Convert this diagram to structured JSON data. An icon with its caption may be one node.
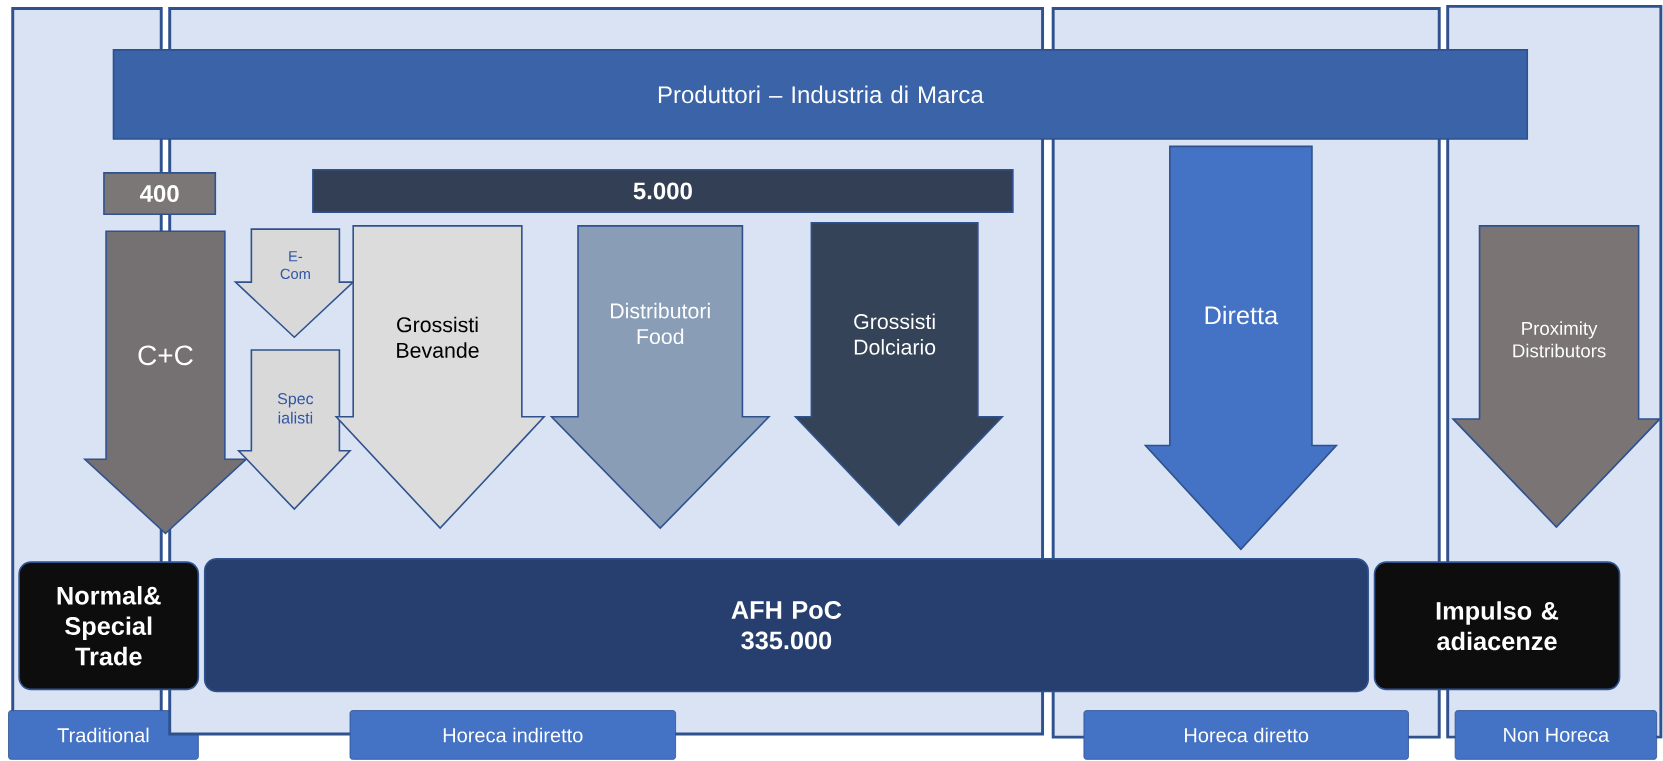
{
  "diagram": {
    "nodes": [
      {
        "text": [
          "Traditional"
        ]
      },
      {
        "text": [
          "Horeca indiretto"
        ]
      },
      {
        "text": [
          "Horeca diretto"
        ]
      },
      {
        "text": [
          "Non Horeca"
        ]
      },
      {
        "text": [
          "Produttori – Industria di Marca"
        ]
      },
      {
        "text": [
          "400"
        ]
      },
      {
        "text": [
          "5.000"
        ],
        "in": 1
      },
      {
        "text": [
          "C+C"
        ]
      },
      {
        "text": [
          "E-Com"
        ],
        "in": 1
      },
      {
        "text": [
          "Spec ialisti"
        ],
        "in": 1
      },
      {
        "text": [
          "Grossisti Bevande"
        ],
        "in": 1
      },
      {
        "text": [
          "Distributori Food"
        ],
        "in": 1
      },
      {
        "text": [
          "Grossisti Dolciario"
        ],
        "in": 1
      },
      {
        "text": [
          "Diretta"
        ],
        "in": 2
      },
      {
        "text": [
          "Proximity Distributors"
        ],
        "in": 3
      },
      {
        "text": [
          "Normal& Special Trade"
        ]
      },
      {
        "text": [
          "AFH PoC",
          "335.000"
        ]
      },
      {
        "text": [
          "Impulso & adiacenze"
        ]
      }
    ]
  }
}
